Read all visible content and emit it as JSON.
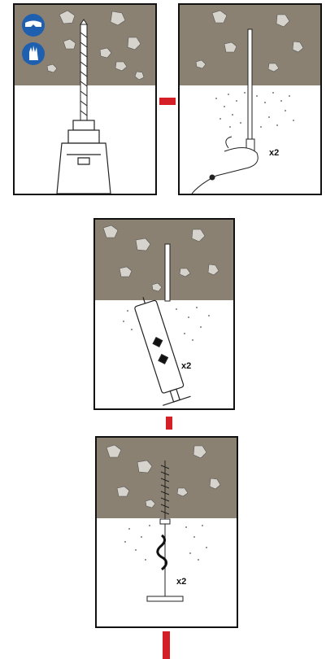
{
  "steps": [
    {
      "step": "drill",
      "icons": [
        "safety-goggles-icon",
        "gloves-icon"
      ]
    },
    {
      "step": "blow-out",
      "repeat_label": "x2"
    },
    {
      "step": "blow-out-pump",
      "repeat_label": "x2"
    },
    {
      "step": "brush-clean",
      "repeat_label": "x2"
    }
  ],
  "colors": {
    "concrete": "#8a8172",
    "aggregate": "#d6d2cc",
    "connector_red": "#d41f26",
    "icon_blue": "#1f5fb0",
    "outline": "#111111"
  }
}
